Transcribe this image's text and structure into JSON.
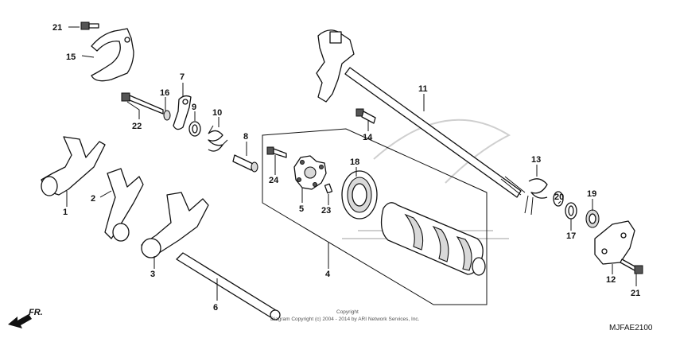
{
  "labels": {
    "p1": "1",
    "p2": "2",
    "p3": "3",
    "p4": "4",
    "p5": "5",
    "p6": "6",
    "p7": "7",
    "p8": "8",
    "p9": "9",
    "p10": "10",
    "p11": "11",
    "p12": "12",
    "p13": "13",
    "p14": "14",
    "p15": "15",
    "p16": "16",
    "p17": "17",
    "p18": "18",
    "p19": "19",
    "p20": "20",
    "p21a": "21",
    "p21b": "21",
    "p22": "22",
    "p23": "23",
    "p24": "24"
  },
  "footer": {
    "copyright_line1": "Copyright",
    "copyright_line2": "Diagram Copyright (c) 2004 - 2014 by ARI Network Services, Inc.",
    "diagram_code": "MJFAE2100",
    "direction": "FR."
  }
}
